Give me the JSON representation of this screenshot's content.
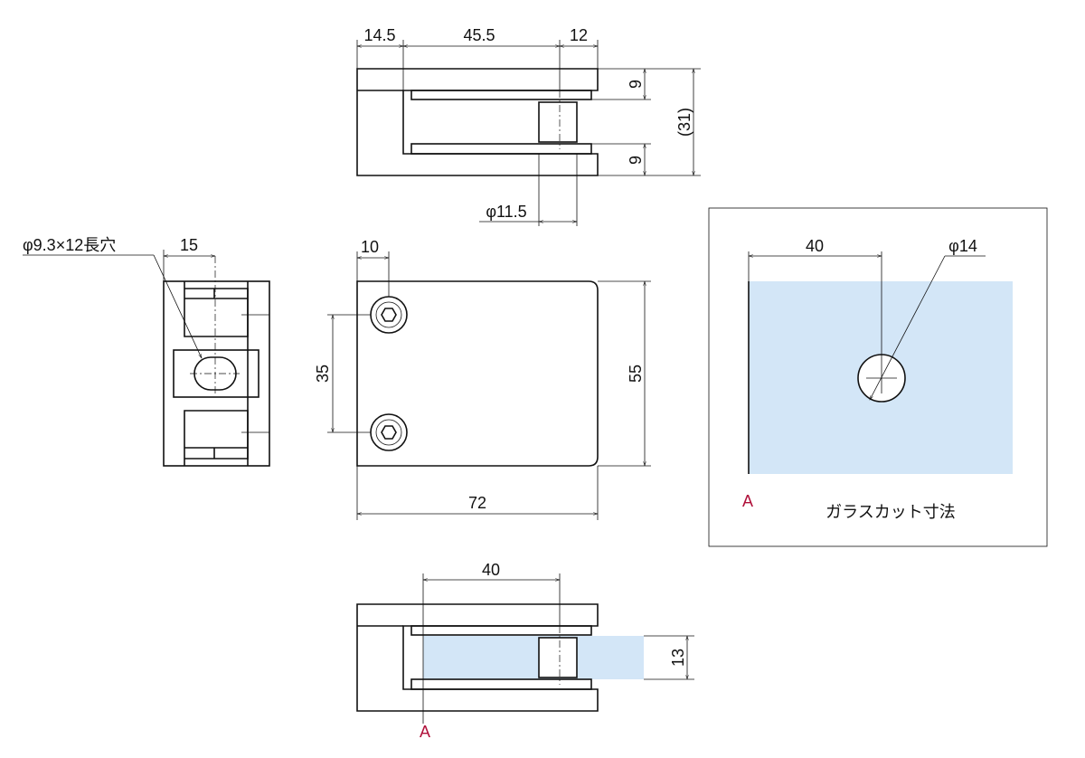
{
  "top_view": {
    "dims": [
      "14.5",
      "45.5",
      "12",
      "9",
      "9",
      "(31)",
      "φ11.5"
    ]
  },
  "side_view": {
    "slot_label": "φ9.3×12長穴",
    "dim_width": "15"
  },
  "front_view": {
    "dims": {
      "hole_offset": "10",
      "hole_pitch": "35",
      "height": "55",
      "width": "72"
    }
  },
  "bottom_view": {
    "dims": {
      "hole_from_edge": "40",
      "glass_thickness": "13"
    },
    "ref_label": "A"
  },
  "glass_cut": {
    "title": "ガラスカット寸法",
    "dim_edge": "40",
    "hole_dia": "φ14",
    "ref_label": "A",
    "glass_color": "#d3e6f7"
  }
}
